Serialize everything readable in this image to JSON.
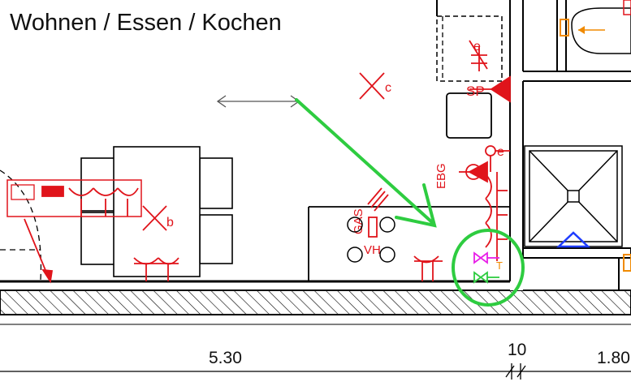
{
  "room": {
    "title": "Wohnen / Essen / Kochen"
  },
  "dimensions": {
    "width_main": "5.30",
    "width_wall": "10",
    "width_right": "1.80"
  },
  "symbols": {
    "tag_c": "c",
    "tag_b": "b",
    "tag_e_top": "e",
    "tag_e_right": "e",
    "label_sp": "SP",
    "label_ebg": "EBG",
    "label_gas": "GAS",
    "label_vh": "VH",
    "label_t": "T"
  },
  "colors": {
    "wall": "#000000",
    "hatch": "#000000",
    "electrical": "#e0141b",
    "annotation_green": "#2ecc40",
    "magenta": "#e81ee8",
    "orange": "#f08a00",
    "blue": "#1e3cff"
  },
  "icons": {
    "annotation_arrow": "green-arrow-icon",
    "annotation_circle": "green-circle-icon",
    "ceiling_light": "x-light-icon",
    "socket": "socket-icon",
    "switch": "switch-icon",
    "dimension_arrow": "double-arrow-icon"
  }
}
